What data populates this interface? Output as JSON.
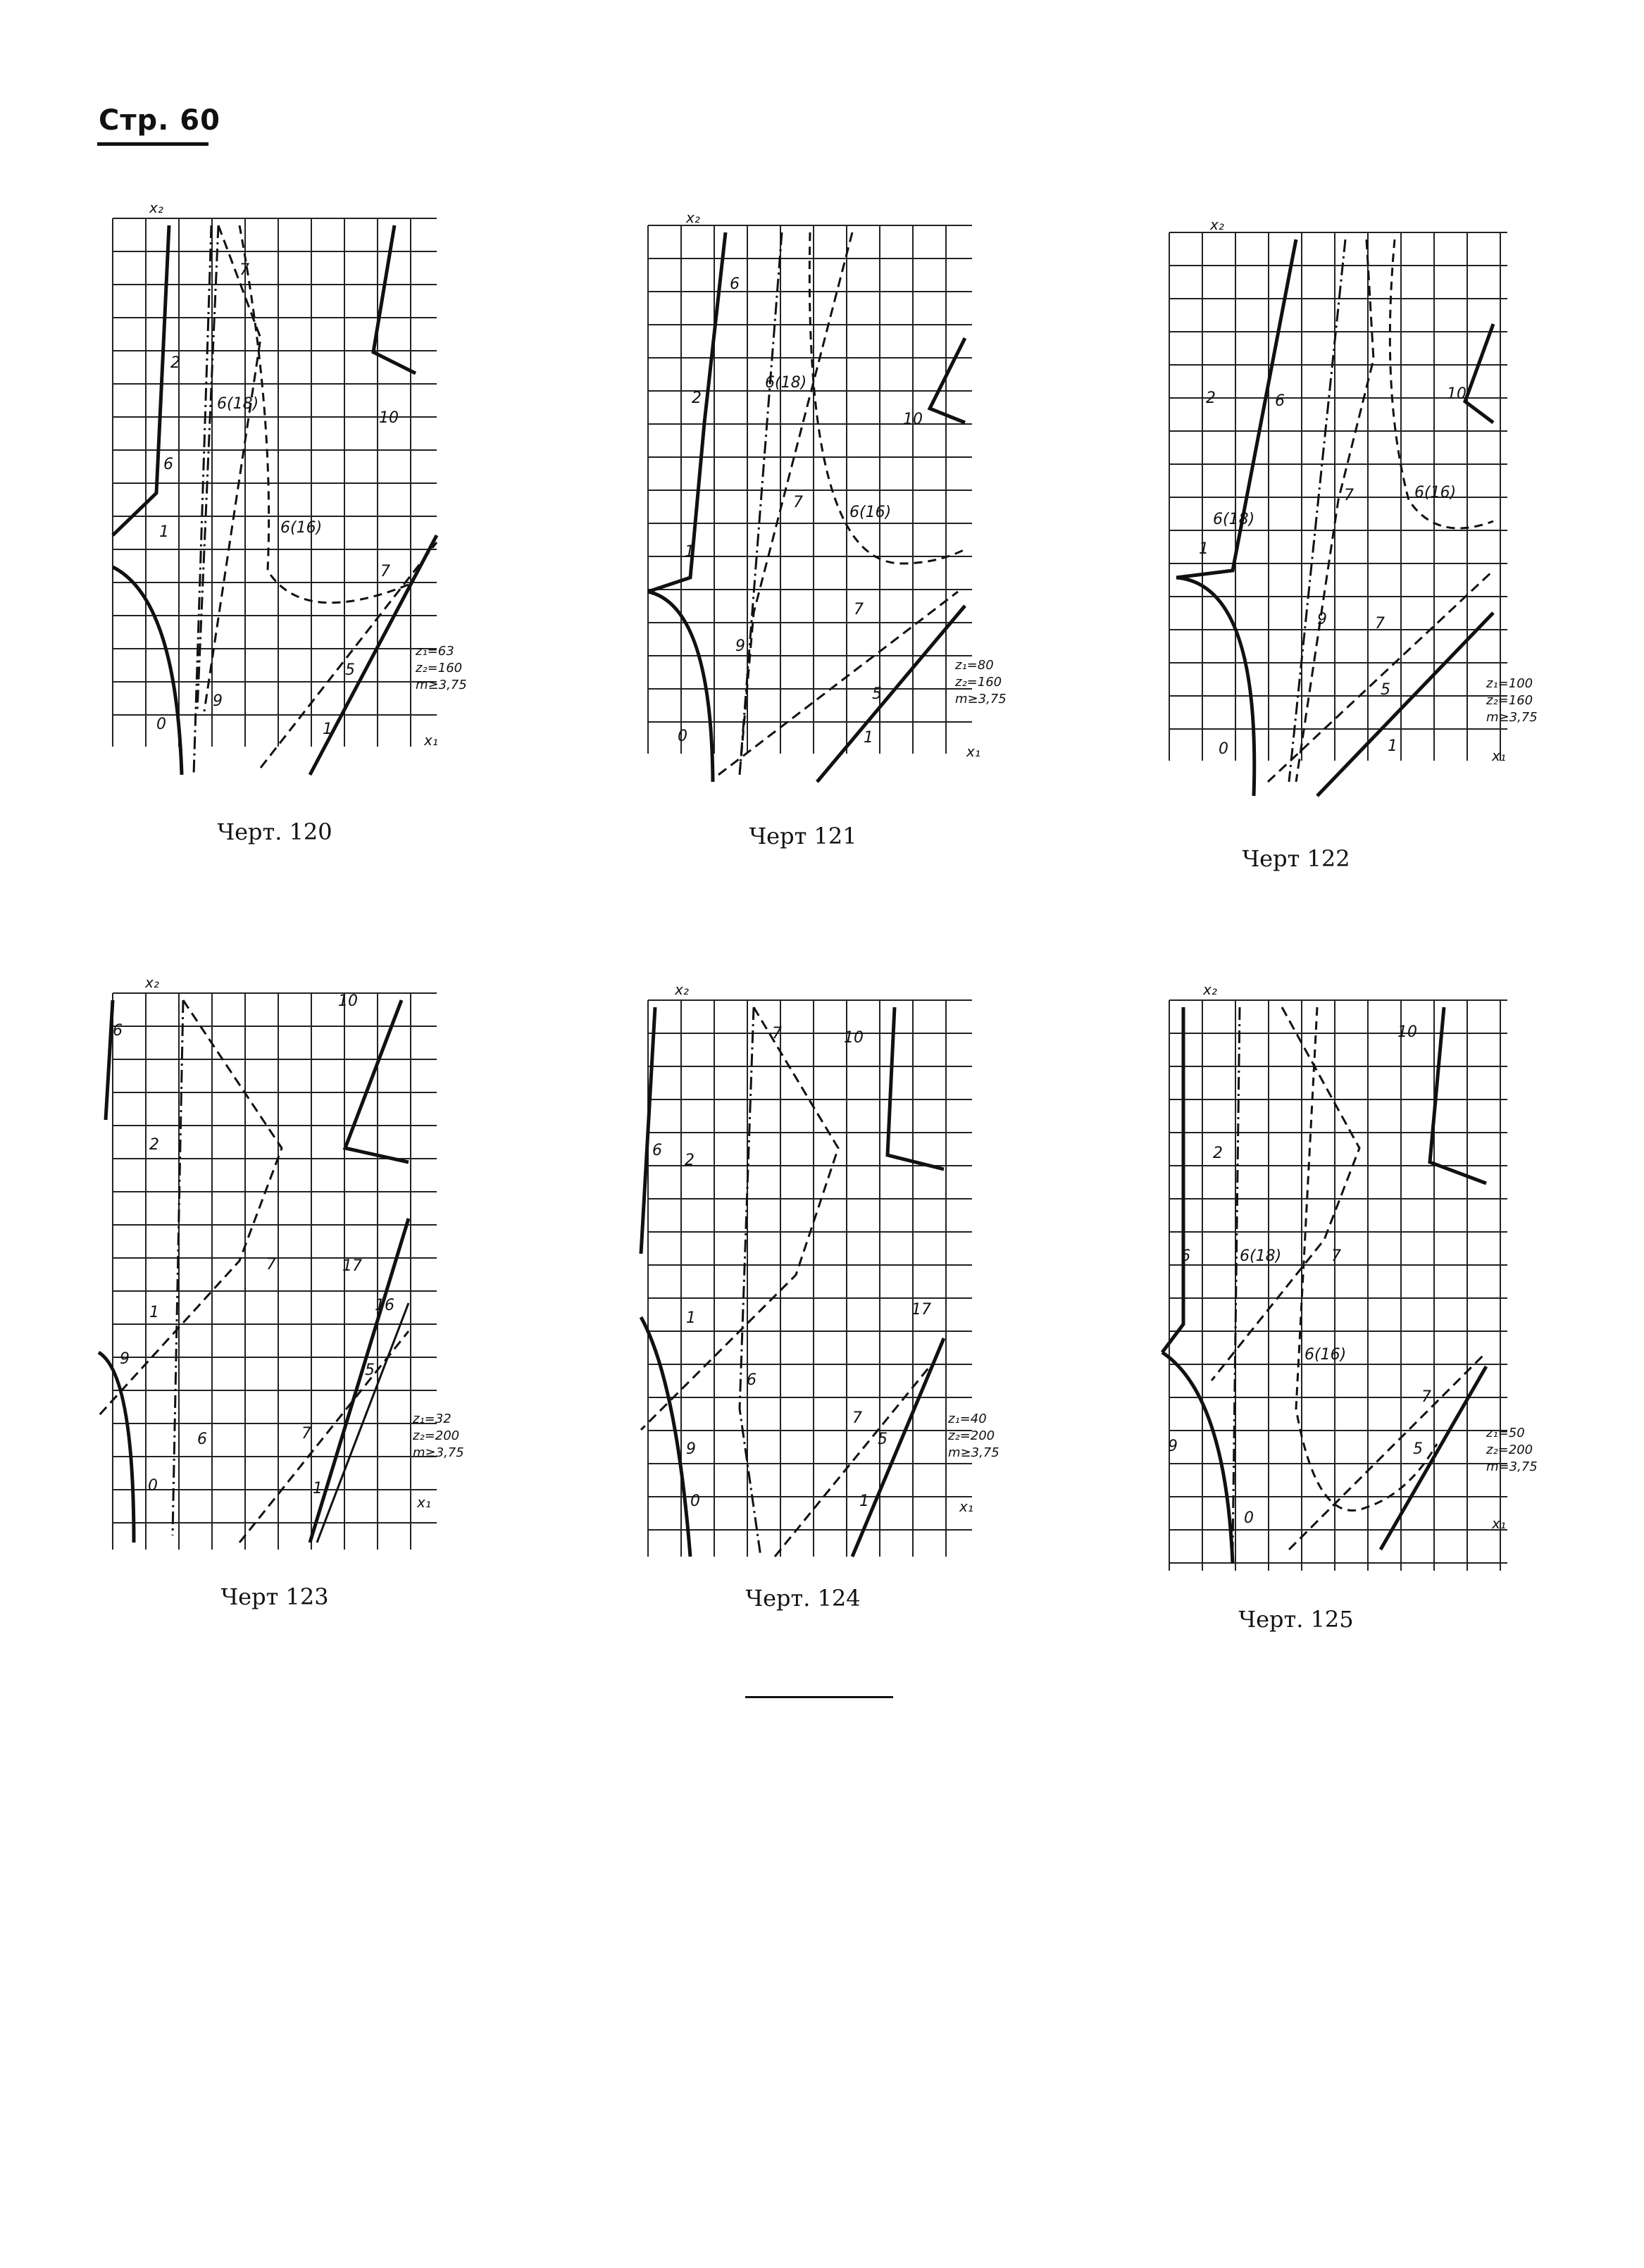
{
  "page": {
    "number": "Стр. 60"
  },
  "figures": [
    {
      "caption": "Черт. 120",
      "params": [
        "z₁=63",
        "z₂=160",
        "m≥3,75"
      ],
      "labels": [
        "2",
        "1",
        "0",
        "1",
        "6(18)",
        "6(16)",
        "6",
        "7",
        "7",
        "5",
        "9",
        "10"
      ]
    },
    {
      "caption": "Черт 121",
      "params": [
        "z₁=80",
        "z₂=160",
        "m≥3,75"
      ],
      "labels": [
        "2",
        "1",
        "0",
        "1",
        "6",
        "6(18)",
        "6(16)",
        "7",
        "7",
        "5",
        "9",
        "10"
      ]
    },
    {
      "caption": "Черт 122",
      "params": [
        "z₁=100",
        "z₂=160",
        "m≥3,75"
      ],
      "labels": [
        "2",
        "1",
        "0",
        "1",
        "6",
        "6(18)",
        "6(16)",
        "7",
        "7",
        "5",
        "9",
        "10"
      ]
    },
    {
      "caption": "Черт 123",
      "params": [
        "z₁=32",
        "z₂=200",
        "m≥3,75"
      ],
      "labels": [
        "2",
        "1",
        "0",
        "1",
        "6",
        "6",
        "7",
        "7",
        "17",
        "16",
        "5",
        "9",
        "10"
      ]
    },
    {
      "caption": "Черт. 124",
      "params": [
        "z₁=40",
        "z₂=200",
        "m≥3,75"
      ],
      "labels": [
        "2",
        "1",
        "0",
        "1",
        "6",
        "6",
        "7",
        "7",
        "17",
        "5",
        "9",
        "10"
      ]
    },
    {
      "caption": "Черт. 125",
      "params": [
        "z₁=50",
        "z₂=200",
        "m=3,75"
      ],
      "labels": [
        "2",
        "0",
        "6",
        "6(18)",
        "6(16)",
        "7",
        "7",
        "5",
        "9",
        "10"
      ]
    }
  ],
  "axes": {
    "x": "x₁",
    "y": "x₂"
  }
}
